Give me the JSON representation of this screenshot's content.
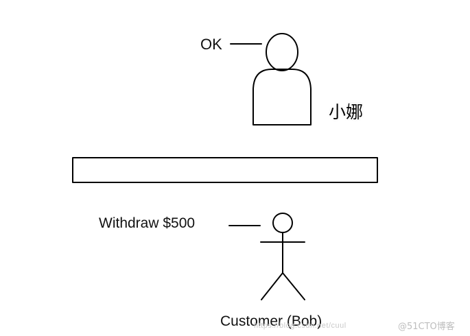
{
  "clerk": {
    "response": "OK",
    "name": "小娜"
  },
  "customer": {
    "request": "Withdraw $500",
    "name": "Customer (Bob)"
  },
  "watermark": {
    "url": "https://blog.csdn.net/cuul",
    "brand": "@51CTO博客"
  }
}
